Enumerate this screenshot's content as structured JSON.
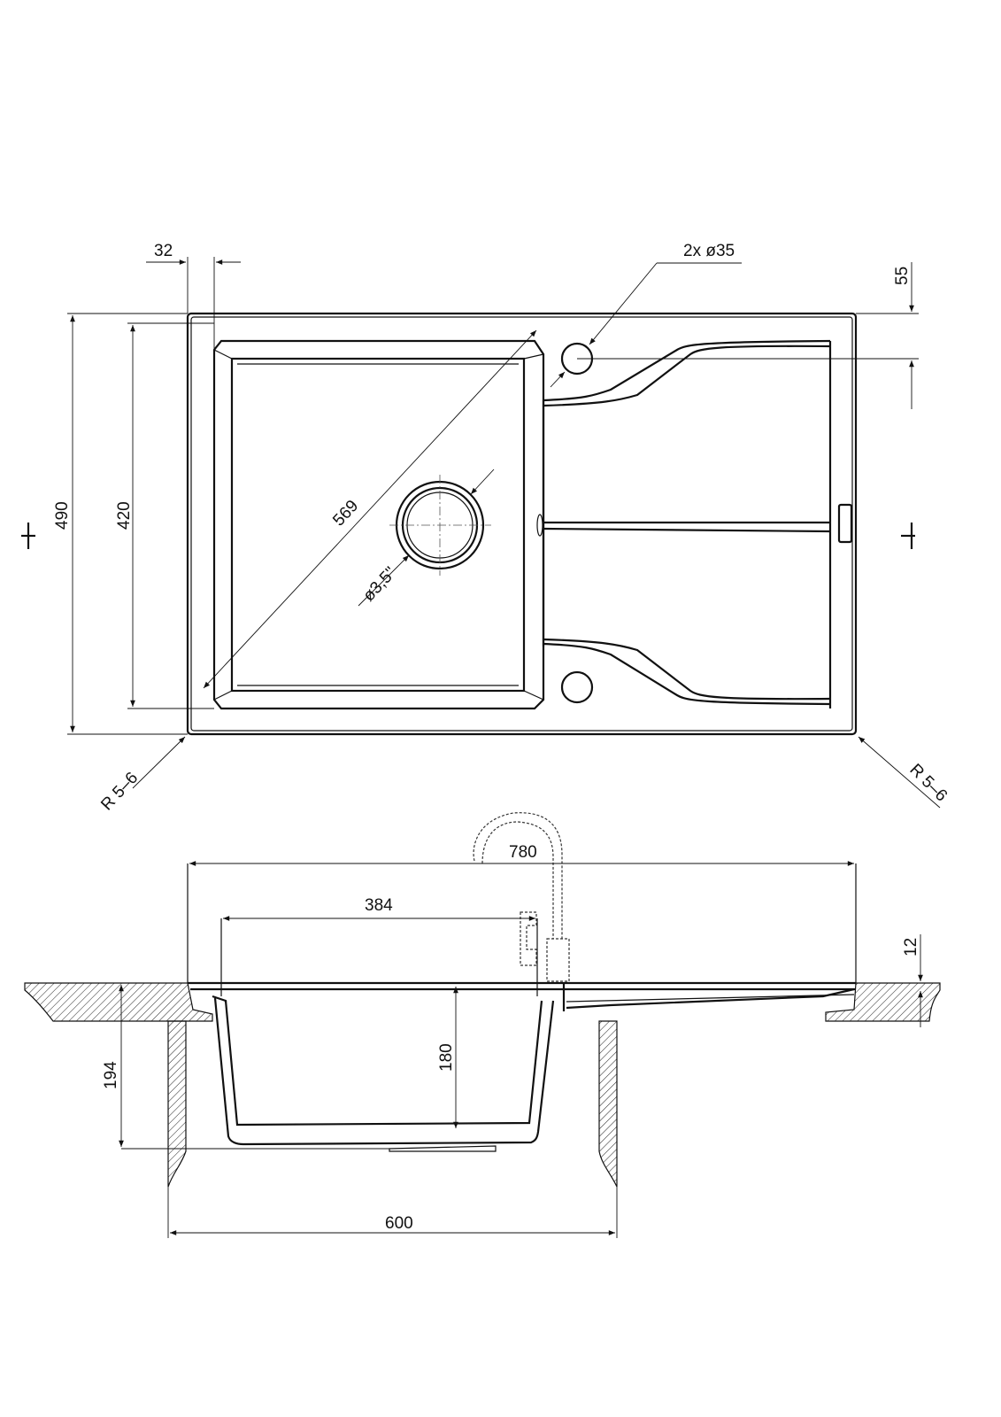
{
  "dimensions": {
    "overall_depth": "490",
    "bowl_depth": "420",
    "rim_offset": "32",
    "bowl_diagonal": "569",
    "drain_diameter": "ø3,5\"",
    "tap_holes": "2x ø35",
    "tap_hole_offset": "55",
    "corner_radius_left": "R 5–6",
    "corner_radius_right": "R 5–6",
    "overall_width": "780",
    "bowl_width": "384",
    "rim_height": "12",
    "bowl_height_total": "194",
    "bowl_inner_depth": "180",
    "cabinet_width": "600"
  }
}
